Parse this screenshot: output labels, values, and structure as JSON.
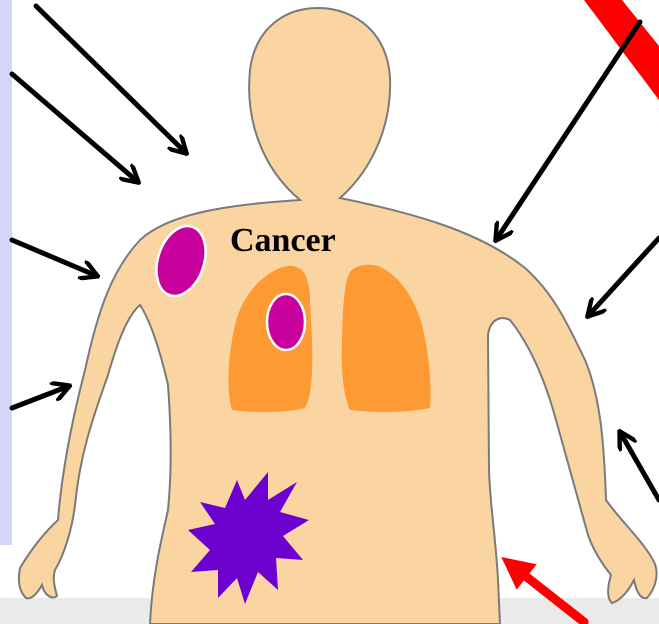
{
  "diagram": {
    "label": "Cancer"
  },
  "colors": {
    "background": "#ffffff",
    "left_panel": "#d6d4fb",
    "bottom_strip": "#eaeaea",
    "body_fill": "#fad5a2",
    "body_outline": "#7a7a7a",
    "lungs": "#fd9a34",
    "tumor": "#c8009c",
    "tumor_outline": "#ffffff",
    "burst": "#6b00cf",
    "arrow_black": "#000000",
    "arrow_red": "#ff0000"
  },
  "elements": {
    "arrows": [
      {
        "name": "arrow-top-left-1",
        "color": "arrow_black"
      },
      {
        "name": "arrow-top-left-2",
        "color": "arrow_black"
      },
      {
        "name": "arrow-left-mid",
        "color": "arrow_black"
      },
      {
        "name": "arrow-left-low",
        "color": "arrow_black"
      },
      {
        "name": "arrow-top-right",
        "color": "arrow_black"
      },
      {
        "name": "arrow-right-mid",
        "color": "arrow_black"
      },
      {
        "name": "arrow-right-low",
        "color": "arrow_black"
      },
      {
        "name": "arrow-bottom-right",
        "color": "arrow_red"
      }
    ]
  }
}
